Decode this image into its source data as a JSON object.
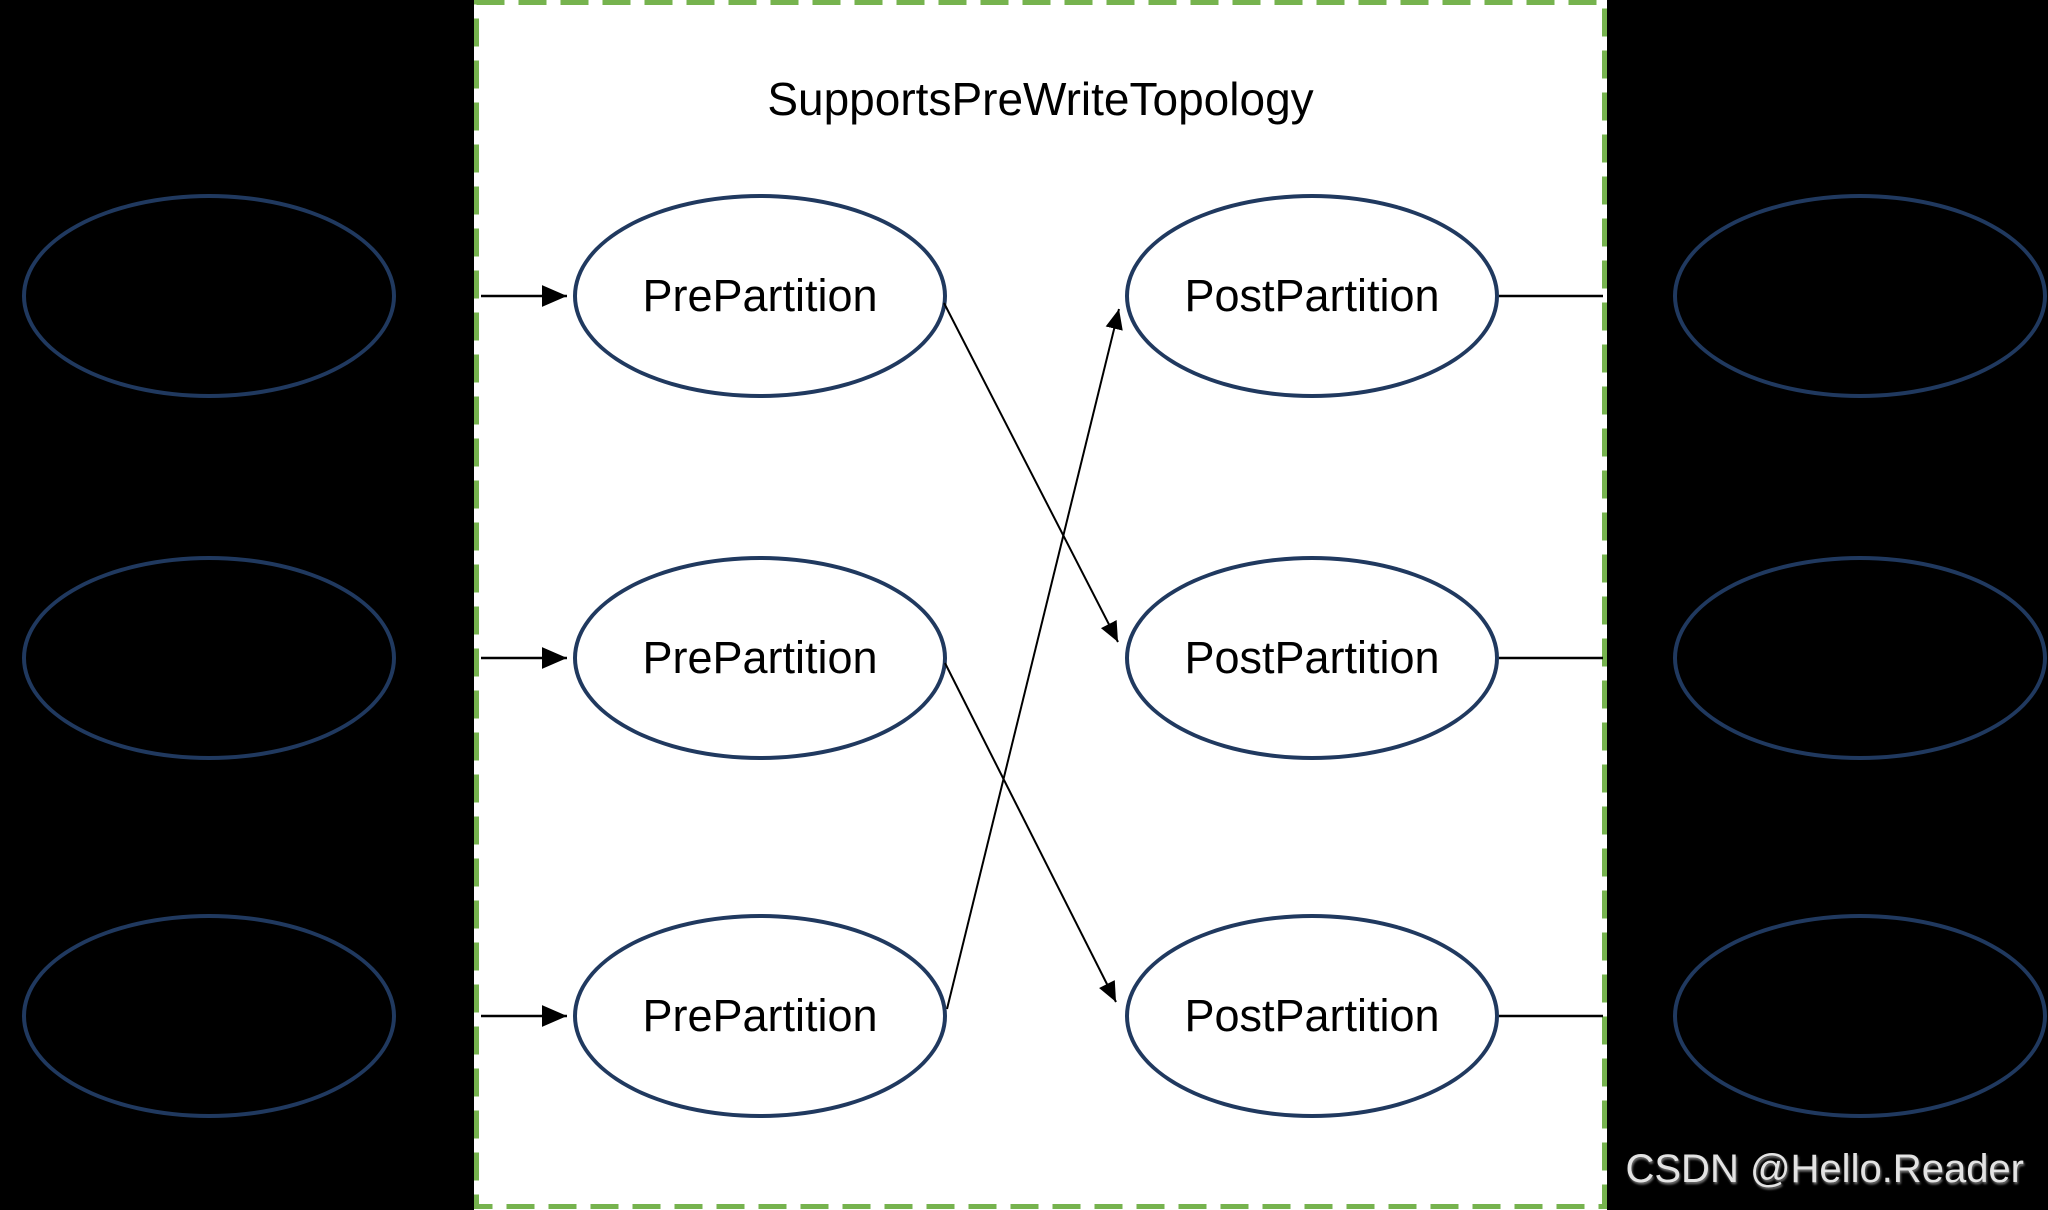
{
  "title": "SupportsPreWriteTopology",
  "watermark": "CSDN @Hello.Reader",
  "colors": {
    "background": "#000000",
    "panel_background": "#FFFFFF",
    "panel_border": "#76B34E",
    "ellipse_stroke": "#20395F",
    "text": "#000000",
    "edge": "#000000",
    "watermark": "#E3E3E3"
  },
  "nodes": {
    "pre": [
      {
        "label": "PrePartition"
      },
      {
        "label": "PrePartition"
      },
      {
        "label": "PrePartition"
      }
    ],
    "post": [
      {
        "label": "PostPartition"
      },
      {
        "label": "PostPartition"
      },
      {
        "label": "PostPartition"
      }
    ],
    "left_external_count": 3,
    "right_external_count": 3
  },
  "edges": [
    {
      "from": "left-external-1",
      "to": "pre-partition-1",
      "arrow": true
    },
    {
      "from": "left-external-2",
      "to": "pre-partition-2",
      "arrow": true
    },
    {
      "from": "left-external-3",
      "to": "pre-partition-3",
      "arrow": true
    },
    {
      "from": "pre-partition-1",
      "to": "post-partition-2",
      "arrow": true
    },
    {
      "from": "pre-partition-2",
      "to": "post-partition-3",
      "arrow": true
    },
    {
      "from": "pre-partition-3",
      "to": "post-partition-1",
      "arrow": true
    },
    {
      "from": "post-partition-1",
      "to": "right-external-1",
      "arrow": false
    },
    {
      "from": "post-partition-2",
      "to": "right-external-2",
      "arrow": false
    },
    {
      "from": "post-partition-3",
      "to": "right-external-3",
      "arrow": false
    }
  ]
}
